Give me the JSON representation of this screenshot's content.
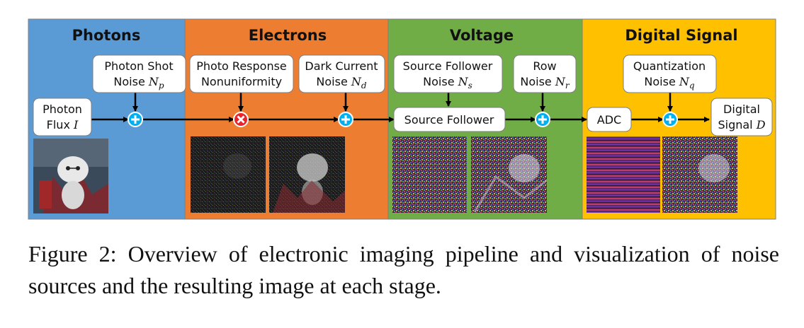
{
  "zones": [
    {
      "id": "photons",
      "title": "Photons",
      "color": "#5b9bd5"
    },
    {
      "id": "electrons",
      "title": "Electrons",
      "color": "#ed7d31"
    },
    {
      "id": "voltage",
      "title": "Voltage",
      "color": "#70ad47"
    },
    {
      "id": "digital",
      "title": "Digital Signal",
      "color": "#ffc000"
    }
  ],
  "boxes": {
    "photon_flux": {
      "line1": "Photon",
      "line2_text": "Flux ",
      "line2_sym": "I"
    },
    "photon_shot_noise": {
      "line1": "Photon Shot",
      "line2_text": "Noise ",
      "line2_sym": "N",
      "line2_sub": "p"
    },
    "prnu": {
      "line1": "Photo Response",
      "line2_text": "Nonuniformity"
    },
    "dark_current": {
      "line1": "Dark Current",
      "line2_text": "Noise ",
      "line2_sym": "N",
      "line2_sub": "d"
    },
    "sf_noise": {
      "line1": "Source Follower",
      "line2_text": "Noise ",
      "line2_sym": "N",
      "line2_sub": "s"
    },
    "source_follower": {
      "line1": "Source Follower"
    },
    "row_noise": {
      "line1": "Row",
      "line2_text": "Noise ",
      "line2_sym": "N",
      "line2_sub": "r"
    },
    "adc": {
      "line1": "ADC"
    },
    "quant_noise": {
      "line1": "Quantization",
      "line2_text": "Noise ",
      "line2_sym": "N",
      "line2_sub": "q"
    },
    "digital_signal": {
      "line1": "Digital",
      "line2_text": "Signal ",
      "line2_sym": "D"
    }
  },
  "operators": {
    "add": "+",
    "multiply": "×"
  },
  "colors": {
    "add_fill": "#00b0f0",
    "multiply_fill": "#e8252b",
    "box_fill": "#ffffff",
    "arrow": "#000000"
  },
  "caption": "Figure 2: Overview of electronic imaging pipeline and visualization of noise sources and the resulting image at each stage."
}
